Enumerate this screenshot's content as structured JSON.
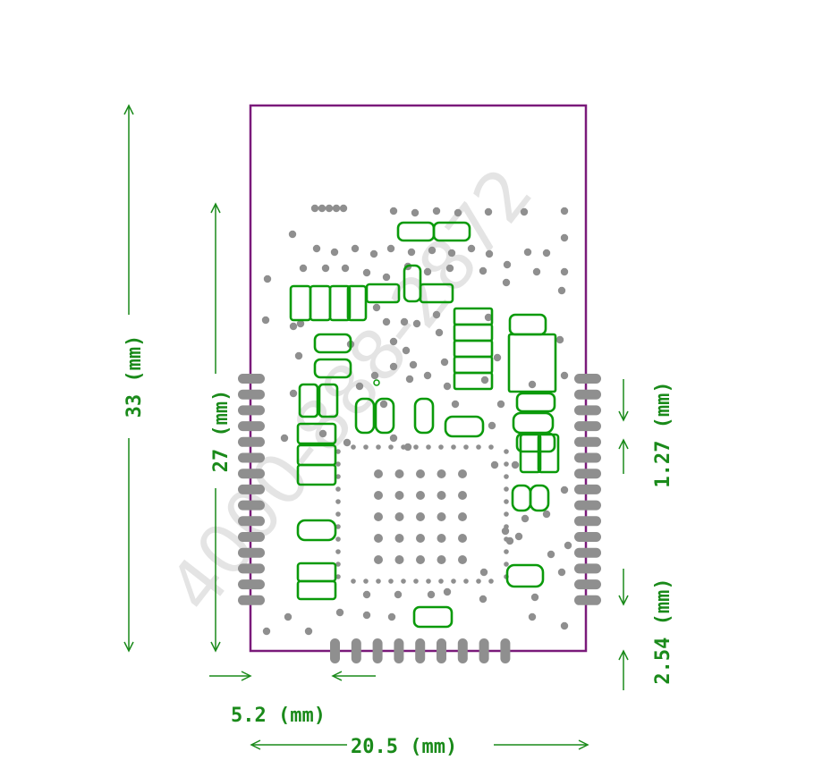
{
  "dimensions": {
    "total_height": "33 (mm)",
    "pad_span": "27 (mm)",
    "pin_pitch": "1.27 (mm)",
    "edge_pitch": "2.54 (mm)",
    "bottom_offset": "5.2 (mm)",
    "total_width": "20.5 (mm)"
  },
  "watermark": "4000-888-2872",
  "colors": {
    "outline": "#7a1a7a",
    "dimension": "#1a8a1a",
    "silkscreen": "#0a9a0a",
    "pads": "#8f8f8f",
    "watermark": "#cfcfcf"
  }
}
